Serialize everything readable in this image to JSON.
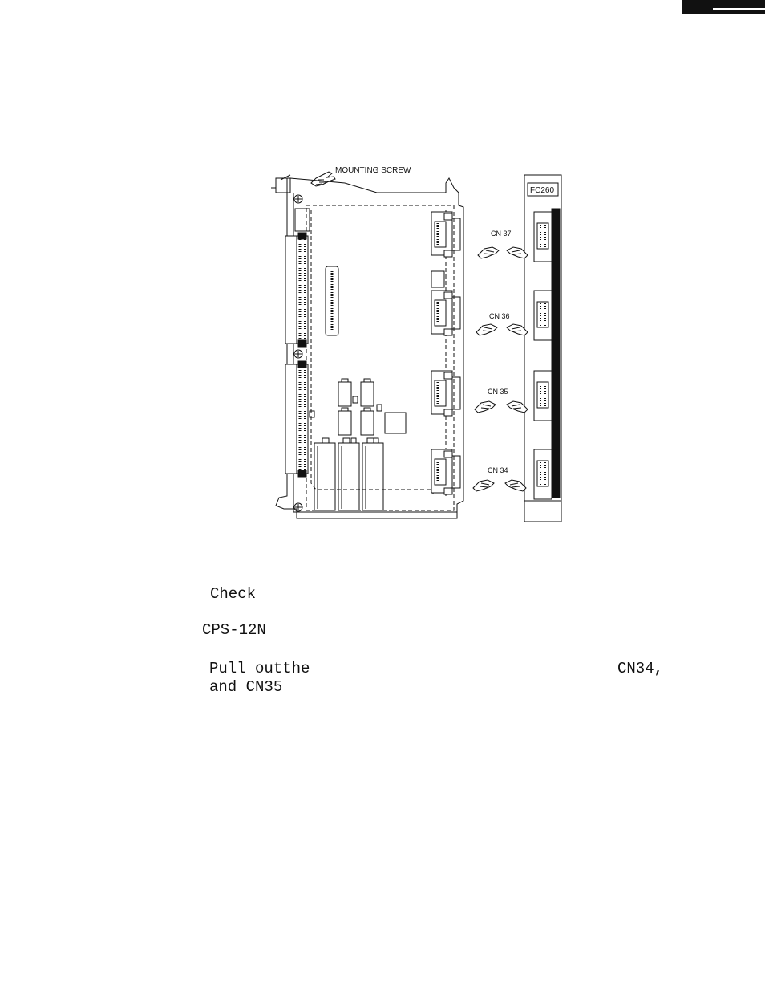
{
  "figure": {
    "mounting_screw_label": "MOUNTING SCREW",
    "module_label": "FC260",
    "connectors": [
      "CN 37",
      "CN 36",
      "CN 35",
      "CN 34"
    ]
  },
  "text_lines": {
    "line1": "Check",
    "line2": "CPS-12N",
    "line3_left": "Pull outthe",
    "line3_right": "CN34,",
    "line4": "and CN35"
  }
}
